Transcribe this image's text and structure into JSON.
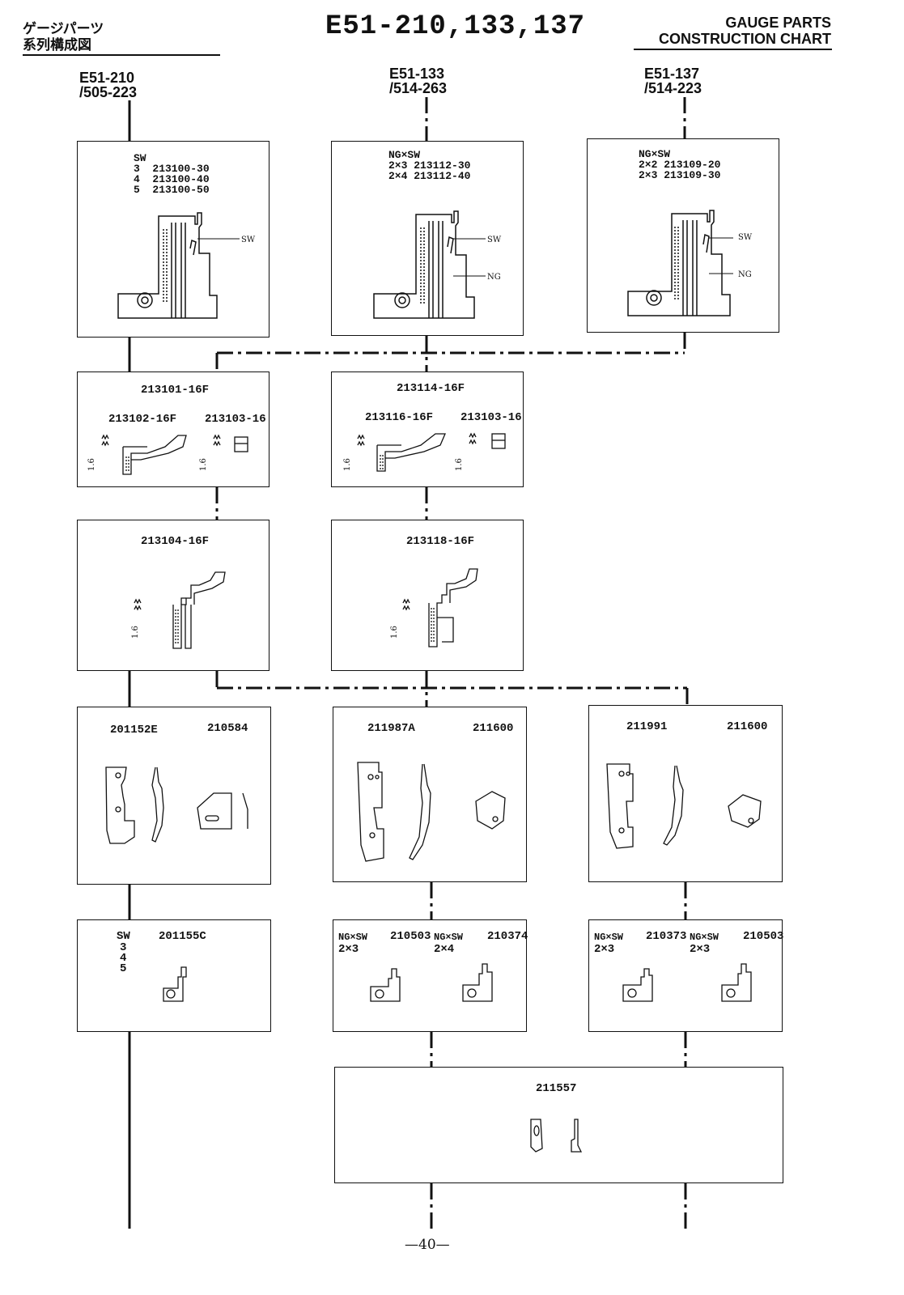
{
  "header": {
    "jp_line1": "ゲージパーツ",
    "jp_line2": "系列構成図",
    "title": "E51-210,133,137",
    "en_line1": "GAUGE PARTS",
    "en_line2": "CONSTRUCTION CHART"
  },
  "columns": [
    {
      "line1": "E51-210",
      "line2": "/505-223"
    },
    {
      "line1": "E51-133",
      "line2": "/514-263"
    },
    {
      "line1": "E51-137",
      "line2": "/514-223"
    }
  ],
  "needle_plates": [
    {
      "text": "SW\n3  213100-30\n4  213100-40\n5  213100-50",
      "callout_sw": "SW"
    },
    {
      "text": "NG×SW\n2×3 213112-30\n2×4 213112-40",
      "callout_sw": "SW",
      "callout_ng": "NG"
    },
    {
      "text": "NG×SW\n2×2 213109-20\n2×3 213109-30",
      "callout_sw": "SW",
      "callout_ng": "NG"
    }
  ],
  "feed_dogs": [
    {
      "main": "213101-16F",
      "left": "213102-16F",
      "right": "213103-16",
      "gauge": "1.6"
    },
    {
      "main": "213114-16F",
      "left": "213116-16F",
      "right": "213103-16",
      "gauge": "1.6"
    }
  ],
  "presser_feet": [
    {
      "main": "213104-16F",
      "gauge": "1.6"
    },
    {
      "main": "213118-16F",
      "gauge": "1.6"
    }
  ],
  "loopers": [
    {
      "left": "201152E",
      "right": "210584"
    },
    {
      "left": "211987A",
      "right": "211600"
    },
    {
      "left": "211991",
      "right": "211600"
    }
  ],
  "spreaders": {
    "col1": {
      "label": "SW",
      "part": "201155C",
      "sizes": [
        "3",
        "4",
        "5"
      ]
    },
    "col2": [
      {
        "label": "NG×SW",
        "part": "210503",
        "size": "2×3"
      },
      {
        "label": "NG×SW",
        "part": "210374",
        "size": "2×4"
      }
    ],
    "col3": [
      {
        "label": "NG×SW",
        "part": "210373",
        "size": "2×3"
      },
      {
        "label": "NG×SW",
        "part": "210503",
        "size": "2×3"
      }
    ]
  },
  "bottom_part": "211557",
  "page_number": "—40—"
}
